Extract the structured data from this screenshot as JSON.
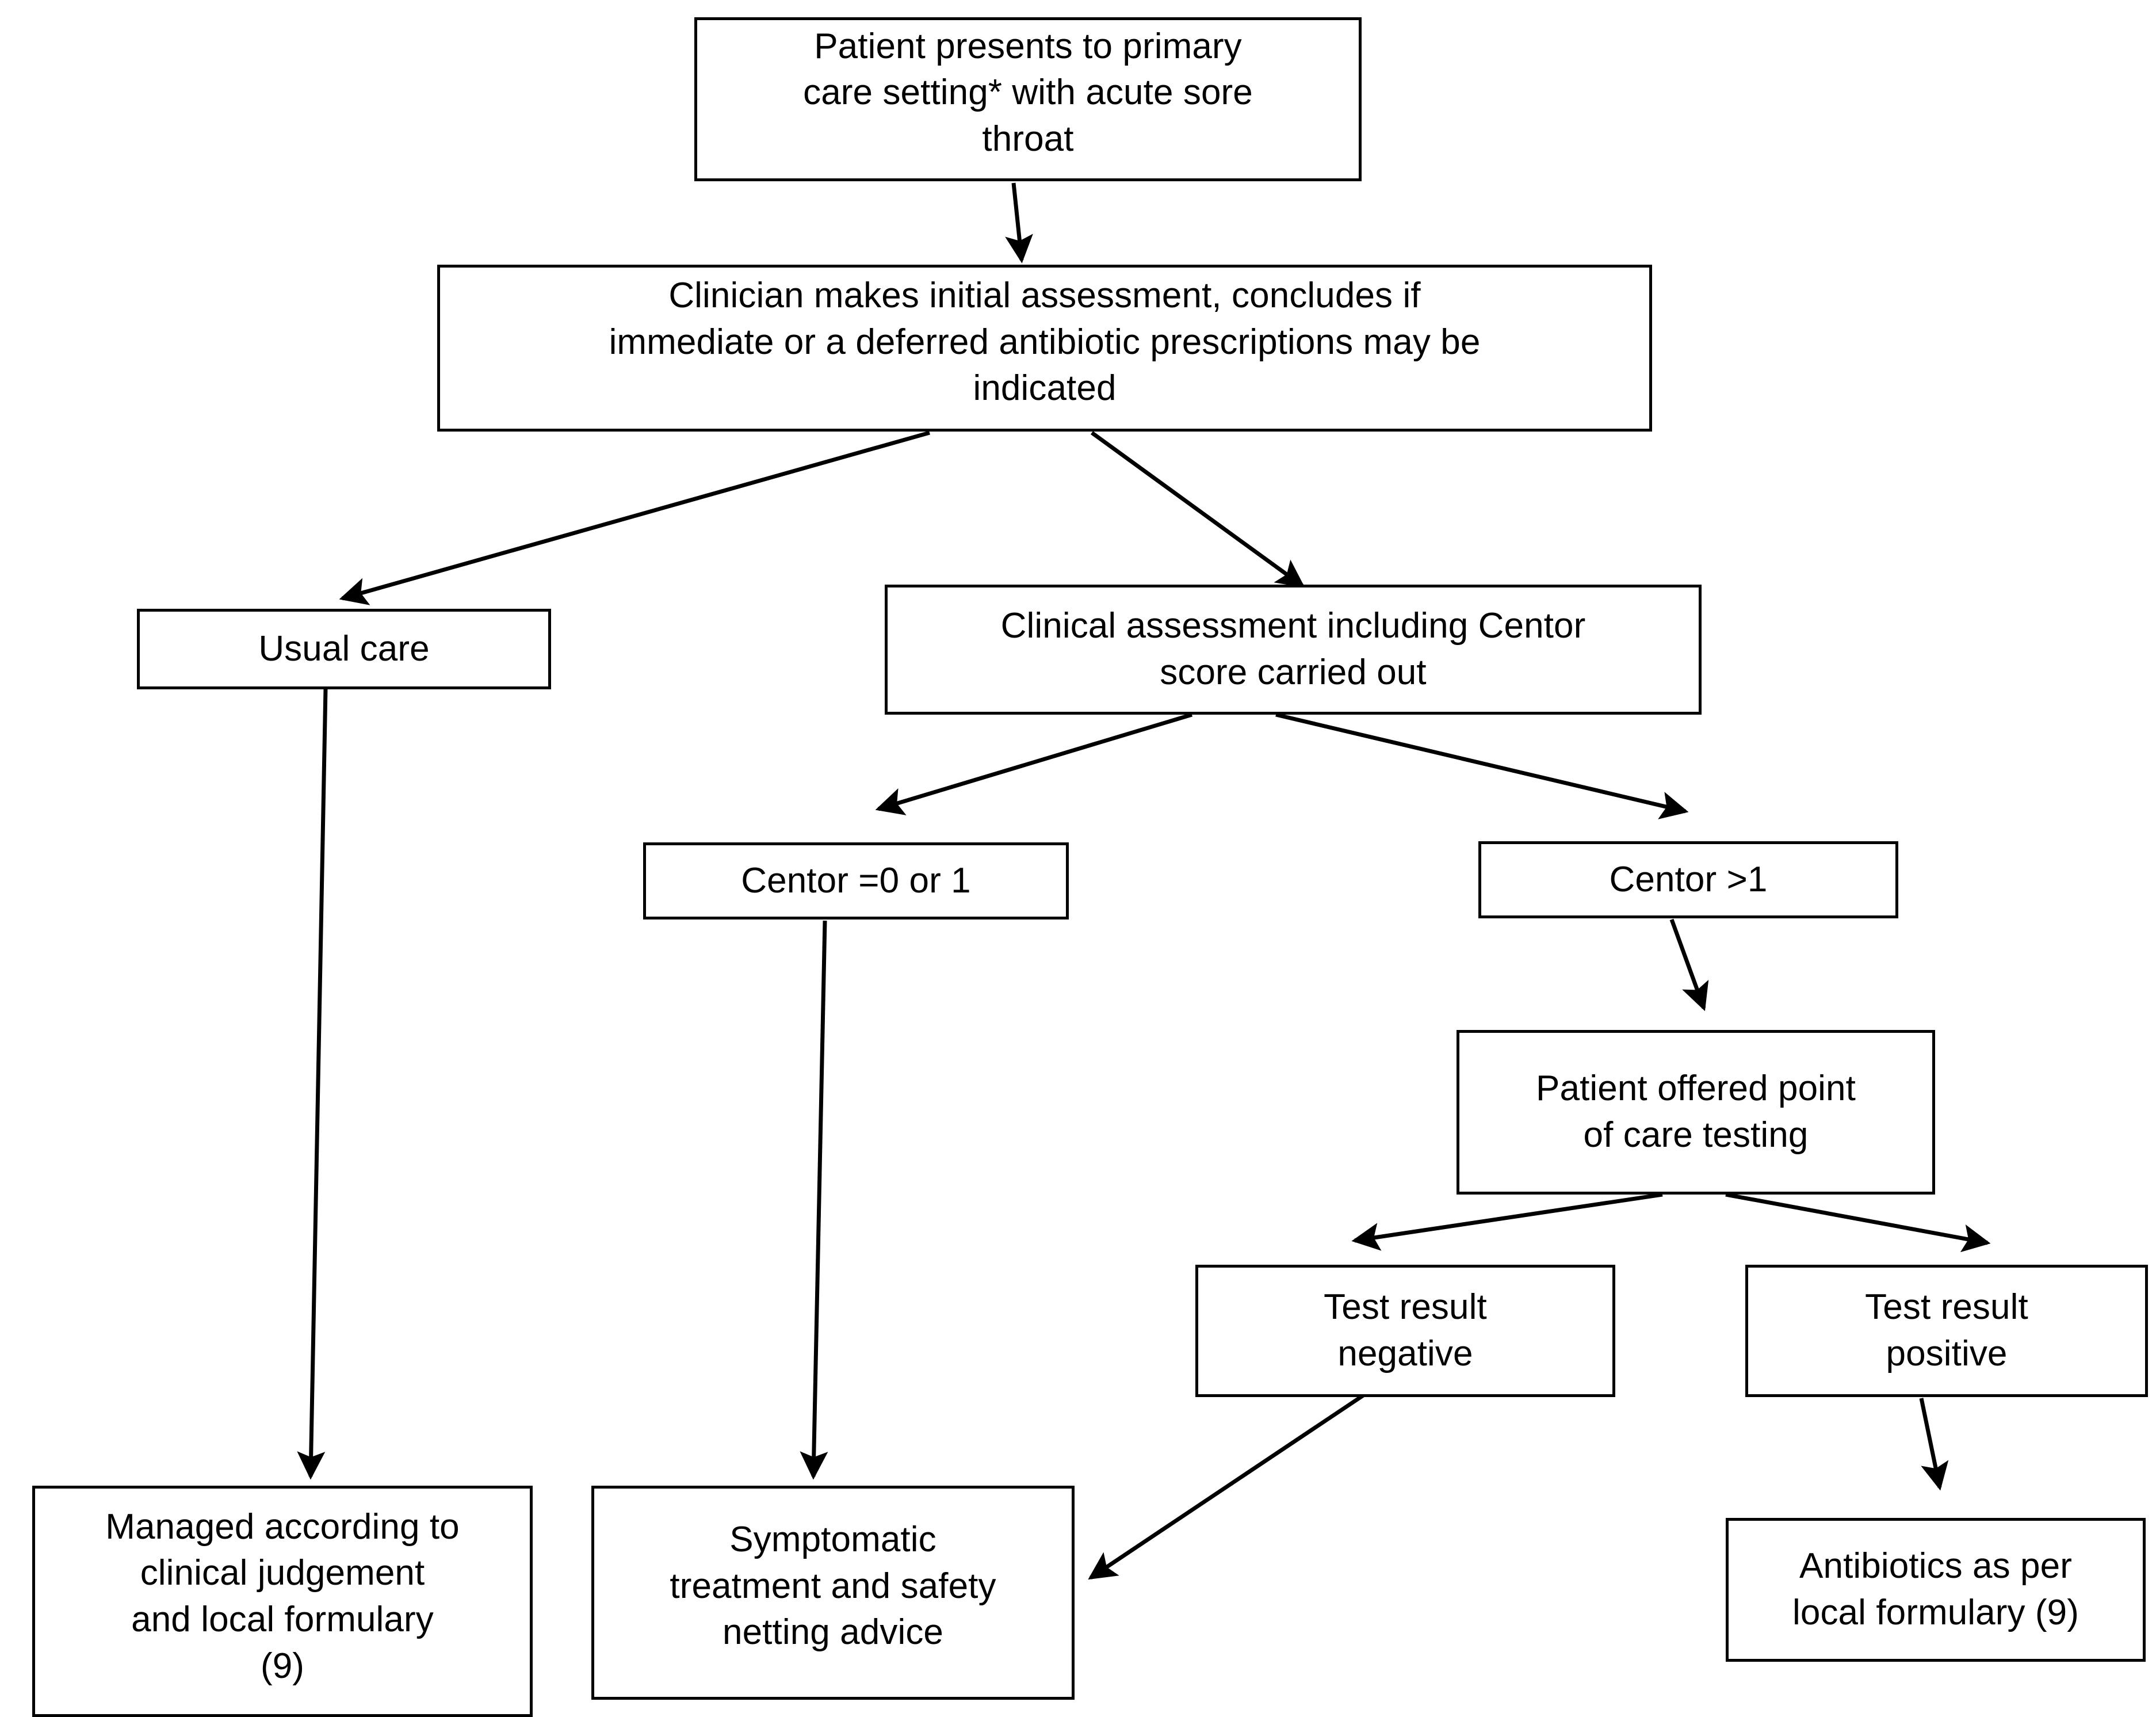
{
  "diagram": {
    "title": "Acute sore throat primary care pathway",
    "type": "flowchart",
    "background_color": "#ffffff",
    "line_color": "#000000",
    "text_color": "#000000"
  },
  "nodes": {
    "patient_presents": {
      "text": "Patient presents to primary\ncare setting* with acute sore\nthroat",
      "shape": "rectangle"
    },
    "clinician_assessment": {
      "text": "Clinician makes initial assessment, concludes if\nimmediate or a deferred antibiotic prescriptions may be\nindicated",
      "shape": "rectangle"
    },
    "usual_care": {
      "text": "Usual care",
      "shape": "rectangle"
    },
    "clinical_assessment_centor": {
      "text": "Clinical assessment including Centor\nscore carried out",
      "shape": "rectangle"
    },
    "centor_low": {
      "text": "Centor =0 or 1",
      "shape": "rectangle"
    },
    "centor_high": {
      "text": "Centor >1",
      "shape": "rectangle"
    },
    "point_of_care_testing": {
      "text": "Patient offered point\nof care testing",
      "shape": "rectangle"
    },
    "test_negative": {
      "text": "Test result\nnegative",
      "shape": "rectangle"
    },
    "test_positive": {
      "text": "Test result\npositive",
      "shape": "rectangle"
    },
    "managed_clinical_judgement": {
      "text": "Managed according to\nclinical judgement\nand local formulary\n(9)",
      "shape": "rectangle"
    },
    "symptomatic_treatment": {
      "text": "Symptomatic\ntreatment and safety\nnetting advice",
      "shape": "rectangle"
    },
    "antibiotics_local_formulary": {
      "text": "Antibiotics as per\nlocal formulary (9)",
      "shape": "rectangle"
    }
  },
  "edges": [
    {
      "from": "patient_presents",
      "to": "clinician_assessment",
      "label": ""
    },
    {
      "from": "clinician_assessment",
      "to": "usual_care",
      "label": ""
    },
    {
      "from": "clinician_assessment",
      "to": "clinical_assessment_centor",
      "label": ""
    },
    {
      "from": "usual_care",
      "to": "managed_clinical_judgement",
      "label": ""
    },
    {
      "from": "clinical_assessment_centor",
      "to": "centor_low",
      "label": ""
    },
    {
      "from": "clinical_assessment_centor",
      "to": "centor_high",
      "label": ""
    },
    {
      "from": "centor_low",
      "to": "symptomatic_treatment",
      "label": ""
    },
    {
      "from": "centor_high",
      "to": "point_of_care_testing",
      "label": ""
    },
    {
      "from": "point_of_care_testing",
      "to": "test_negative",
      "label": ""
    },
    {
      "from": "point_of_care_testing",
      "to": "test_positive",
      "label": ""
    },
    {
      "from": "test_negative",
      "to": "symptomatic_treatment",
      "label": ""
    },
    {
      "from": "test_positive",
      "to": "antibiotics_local_formulary",
      "label": ""
    }
  ]
}
